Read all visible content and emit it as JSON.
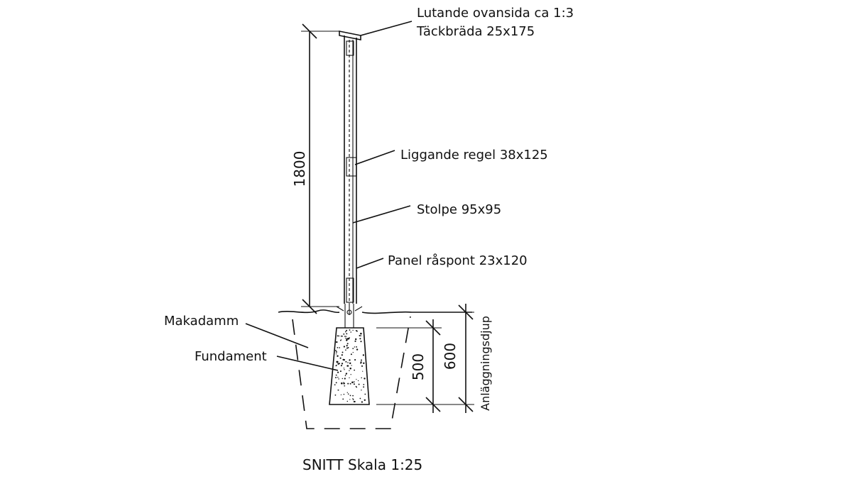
{
  "labels": {
    "top_slope": "Lutande ovansida ca 1:3",
    "cap_board": "Täckbräda 25x175",
    "rail": "Liggande regel 38x125",
    "post": "Stolpe 95x95",
    "panel": "Panel råspont 23x120",
    "macadam": "Makadamm",
    "foundation": "Fundament"
  },
  "dimensions": {
    "height": "1800",
    "foundation_depth": "500",
    "total_depth": "600",
    "construction_depth": "Anläggningsdjup"
  },
  "title": "SNITT Skala 1:25"
}
